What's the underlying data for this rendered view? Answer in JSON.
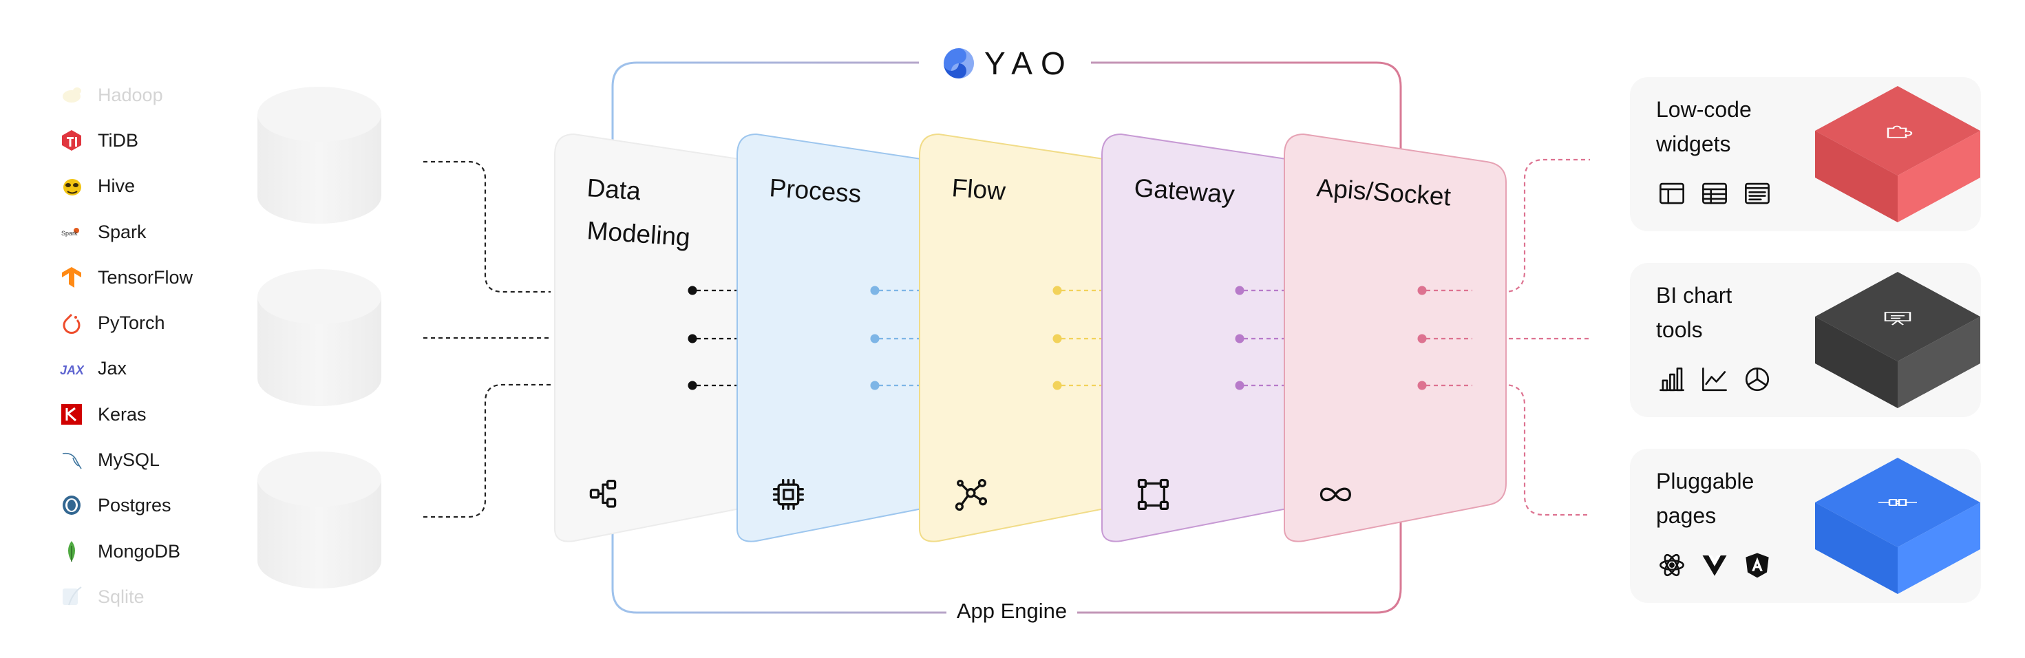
{
  "brand": {
    "logo_text": "YAO",
    "logo_color": "#4a7ff0"
  },
  "engine": {
    "label": "App Engine",
    "frame_colors": {
      "left": "#9ec2ec",
      "right": "#d97a95"
    }
  },
  "sources": [
    {
      "label": "Hadoop",
      "icon": "hadoop-icon",
      "faded": true
    },
    {
      "label": "TiDB",
      "icon": "tidb-icon",
      "faded": false
    },
    {
      "label": "Hive",
      "icon": "hive-icon",
      "faded": false
    },
    {
      "label": "Spark",
      "icon": "spark-icon",
      "faded": false
    },
    {
      "label": "TensorFlow",
      "icon": "tensorflow-icon",
      "faded": false
    },
    {
      "label": "PyTorch",
      "icon": "pytorch-icon",
      "faded": false
    },
    {
      "label": "Jax",
      "icon": "jax-icon",
      "faded": false
    },
    {
      "label": "Keras",
      "icon": "keras-icon",
      "faded": false
    },
    {
      "label": "MySQL",
      "icon": "mysql-icon",
      "faded": false
    },
    {
      "label": "Postgres",
      "icon": "postgres-icon",
      "faded": false
    },
    {
      "label": "MongoDB",
      "icon": "mongodb-icon",
      "faded": false
    },
    {
      "label": "Sqlite",
      "icon": "sqlite-icon",
      "faded": true
    }
  ],
  "layers": [
    {
      "line1": "Data",
      "line2": "Modeling",
      "icon": "data-model-icon",
      "fill": "#f7f7f7",
      "border": "#ececec",
      "dot": "#111111"
    },
    {
      "line1": "Process",
      "line2": "",
      "icon": "chip-icon",
      "fill": "#e3f0fb",
      "border": "#9dc6ee",
      "dot": "#7db5e6"
    },
    {
      "line1": "Flow",
      "line2": "",
      "icon": "flow-graph-icon",
      "fill": "#fdf4d6",
      "border": "#f1dc88",
      "dot": "#f2d25a"
    },
    {
      "line1": "Gateway",
      "line2": "",
      "icon": "gateway-nodes-icon",
      "fill": "#efe2f3",
      "border": "#c79ad4",
      "dot": "#b77ac9"
    },
    {
      "line1": "Apis/Socket",
      "line2": "",
      "icon": "infinity-icon",
      "fill": "#f8e0e6",
      "border": "#e6a2b4",
      "dot": "#dd7290"
    }
  ],
  "outputs": [
    {
      "line1": "Low-code",
      "line2": "widgets",
      "icons": [
        "layout-icon",
        "table-icon",
        "form-icon"
      ],
      "cube_color": "#e0585c",
      "cube_symbol": "puzzle-icon"
    },
    {
      "line1": "BI chart",
      "line2": "tools",
      "icons": [
        "bar-chart-icon",
        "line-chart-icon",
        "pie-chart-icon"
      ],
      "cube_color": "#444444",
      "cube_symbol": "presentation-icon"
    },
    {
      "line1": "Pluggable",
      "line2": "pages",
      "icons": [
        "react-icon",
        "vue-icon",
        "angular-icon"
      ],
      "cube_color": "#3a7bf0",
      "cube_symbol": "plug-icon"
    }
  ]
}
